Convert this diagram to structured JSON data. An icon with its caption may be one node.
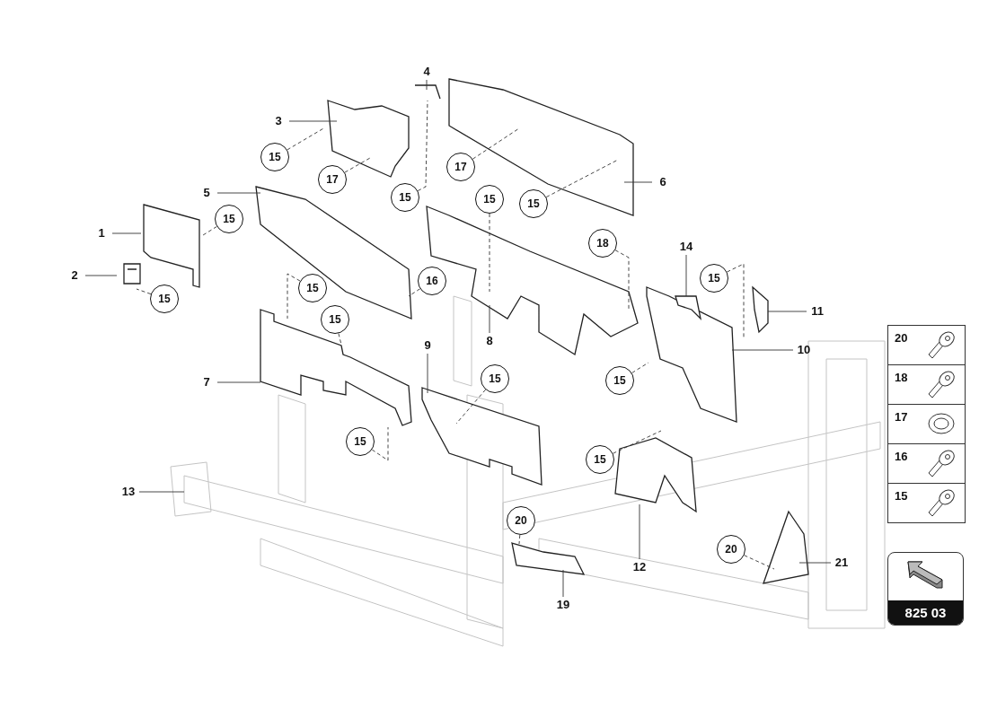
{
  "diagram": {
    "nodes": [
      {
        "text": [
          "1"
        ]
      },
      {
        "text": [
          "2"
        ]
      },
      {
        "text": [
          "3"
        ]
      },
      {
        "text": [
          "4"
        ]
      },
      {
        "text": [
          "5"
        ]
      },
      {
        "text": [
          "6"
        ]
      },
      {
        "text": [
          "7"
        ]
      },
      {
        "text": [
          "8"
        ]
      },
      {
        "text": [
          "9"
        ]
      },
      {
        "text": [
          "10"
        ]
      },
      {
        "text": [
          "11"
        ]
      },
      {
        "text": [
          "12"
        ]
      },
      {
        "text": [
          "13"
        ]
      },
      {
        "text": [
          "14"
        ]
      },
      {
        "text": [
          "19"
        ]
      },
      {
        "text": [
          "21"
        ]
      },
      {
        "text": [
          "15"
        ]
      },
      {
        "text": [
          "17"
        ]
      },
      {
        "text": [
          "15"
        ]
      },
      {
        "text": [
          "17"
        ]
      },
      {
        "text": [
          "15"
        ]
      },
      {
        "text": [
          "15"
        ]
      },
      {
        "text": [
          "15"
        ]
      },
      {
        "text": [
          "15"
        ]
      },
      {
        "text": [
          "18"
        ]
      },
      {
        "text": [
          "15"
        ]
      },
      {
        "text": [
          "16"
        ]
      },
      {
        "text": [
          "15"
        ]
      },
      {
        "text": [
          "15"
        ]
      },
      {
        "text": [
          "15"
        ]
      },
      {
        "text": [
          "15"
        ]
      },
      {
        "text": [
          "15"
        ]
      },
      {
        "text": [
          "15"
        ]
      },
      {
        "text": [
          "20"
        ]
      },
      {
        "text": [
          "20"
        ]
      },
      {
        "text": [
          "20"
        ]
      },
      {
        "text": [
          "18"
        ]
      },
      {
        "text": [
          "17"
        ]
      },
      {
        "text": [
          "16"
        ]
      },
      {
        "text": [
          "15"
        ]
      },
      {
        "text": [
          "825 03"
        ]
      }
    ],
    "edges": [
      {
        "from": 0,
        "to": null,
        "arrow": "none"
      },
      {
        "from": 1,
        "to": null,
        "arrow": "none"
      },
      {
        "from": 2,
        "to": null,
        "arrow": "none"
      },
      {
        "from": 3,
        "to": null,
        "arrow": "none"
      },
      {
        "from": 4,
        "to": null,
        "arrow": "none"
      },
      {
        "from": 5,
        "to": null,
        "arrow": "none"
      },
      {
        "from": 6,
        "to": null,
        "arrow": "none"
      },
      {
        "from": 7,
        "to": null,
        "arrow": "none"
      },
      {
        "from": 8,
        "to": null,
        "arrow": "none"
      },
      {
        "from": 9,
        "to": null,
        "arrow": "none"
      },
      {
        "from": 10,
        "to": null,
        "arrow": "none"
      },
      {
        "from": 11,
        "to": null,
        "arrow": "none"
      },
      {
        "from": 12,
        "to": null,
        "arrow": "none"
      },
      {
        "from": 13,
        "to": null,
        "arrow": "none"
      },
      {
        "from": 14,
        "to": null,
        "arrow": "none"
      },
      {
        "from": 15,
        "to": null,
        "arrow": "none"
      },
      {
        "from": 16,
        "to": null,
        "arrow": "none",
        "style": "dashed"
      },
      {
        "from": 17,
        "to": null,
        "arrow": "none",
        "style": "dashed"
      },
      {
        "from": 18,
        "to": null,
        "arrow": "none",
        "style": "dashed"
      },
      {
        "from": 19,
        "to": null,
        "arrow": "none",
        "style": "dashed"
      },
      {
        "from": 20,
        "to": null,
        "arrow": "none",
        "style": "dashed"
      },
      {
        "from": 21,
        "to": null,
        "arrow": "none",
        "style": "dashed"
      },
      {
        "from": 22,
        "to": null,
        "arrow": "none",
        "style": "dashed"
      },
      {
        "from": 23,
        "to": null,
        "arrow": "none",
        "style": "dashed"
      },
      {
        "from": 24,
        "to": null,
        "arrow": "none",
        "style": "dashed"
      },
      {
        "from": 25,
        "to": null,
        "arrow": "none",
        "style": "dashed"
      },
      {
        "from": 26,
        "to": null,
        "arrow": "none",
        "style": "dashed"
      },
      {
        "from": 27,
        "to": null,
        "arrow": "none",
        "style": "dashed"
      },
      {
        "from": 28,
        "to": null,
        "arrow": "none",
        "style": "dashed"
      },
      {
        "from": 29,
        "to": null,
        "arrow": "none",
        "style": "dashed"
      },
      {
        "from": 30,
        "to": null,
        "arrow": "none",
        "style": "dashed"
      },
      {
        "from": 31,
        "to": null,
        "arrow": "none",
        "style": "dashed"
      },
      {
        "from": 32,
        "to": null,
        "arrow": "none",
        "style": "dashed"
      },
      {
        "from": 33,
        "to": null,
        "arrow": "none",
        "style": "dashed"
      },
      {
        "from": 34,
        "to": null,
        "arrow": "none",
        "style": "dashed"
      }
    ]
  }
}
